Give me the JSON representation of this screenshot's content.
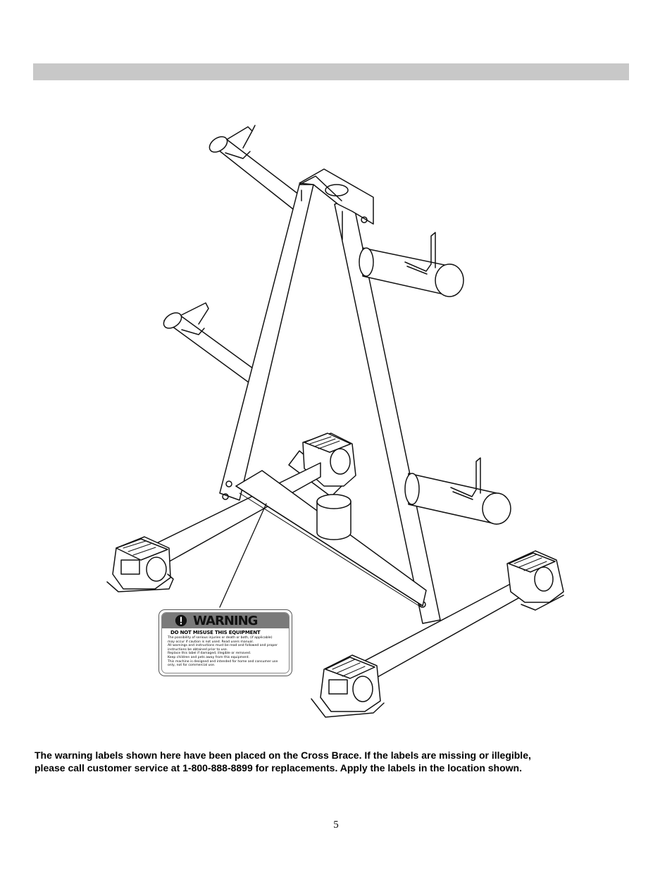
{
  "warning_label": {
    "title": "WARNING",
    "subtitle": "DO NOT MISUSE THIS EQUIPMENT",
    "body": "The possibility of serious injuries or death or both, (if applicable)\nmay occur if caution is not used. Read users manual.\nAll warnings and instructions must be read and followed and proper\ninstructions be obtained prior to use.\nReplace this label if damaged, illegible or removed.\nKeep children and pets away from this equipment.\nThis machine is designed and intended for home and consumer use\nonly, not for commercial use."
  },
  "caption": {
    "text": "The warning labels shown here have been placed on the Cross Brace.  If the labels are missing or illegible,\nplease call customer service at 1-800-888-8899 for replacements.  Apply the labels in the location shown."
  },
  "page_number": "5",
  "colors": {
    "header_bar": "#c8c8c8",
    "label_band": "#7a7a7a"
  }
}
